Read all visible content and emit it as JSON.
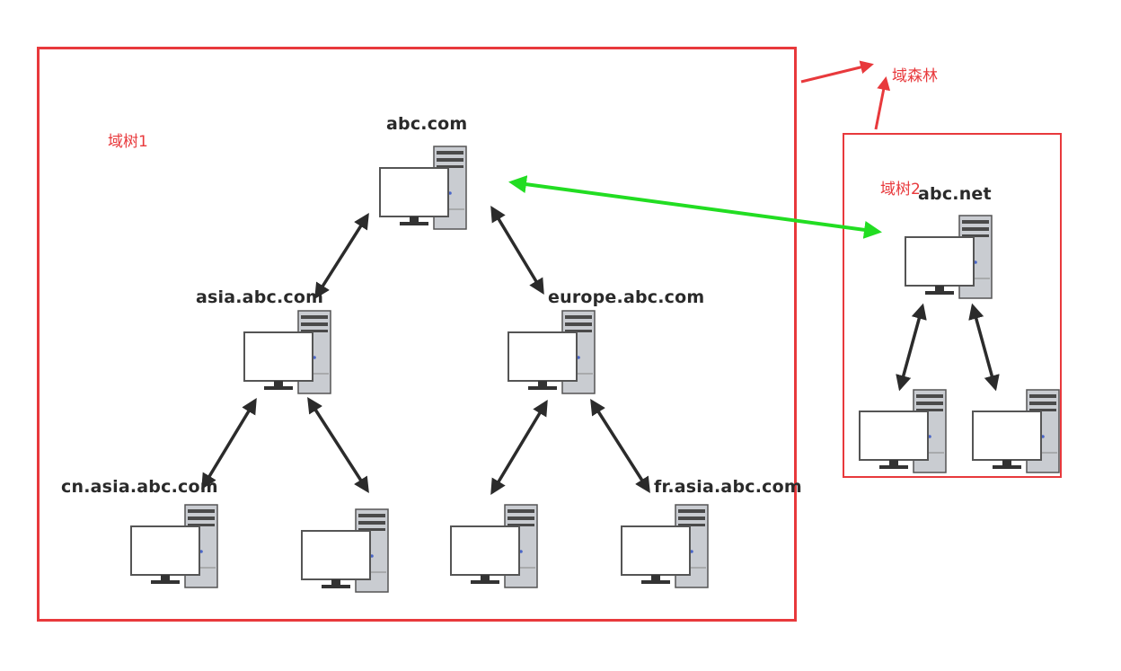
{
  "annotations": {
    "forest": "域森林",
    "tree1": "域树1",
    "tree2": "域树2"
  },
  "nodes": {
    "abc_com": "abc.com",
    "asia_abc_com": "asia.abc.com",
    "europe_abc_com": "europe.abc.com",
    "cn_asia_abc_com": "cn.asia.abc.com",
    "fr_asia_abc_com": "fr.asia.abc.com",
    "abc_net": "abc.net"
  },
  "colors": {
    "box": "#e8393c",
    "trust_link": "#22dd22",
    "arrow": "#2b2b2b"
  }
}
